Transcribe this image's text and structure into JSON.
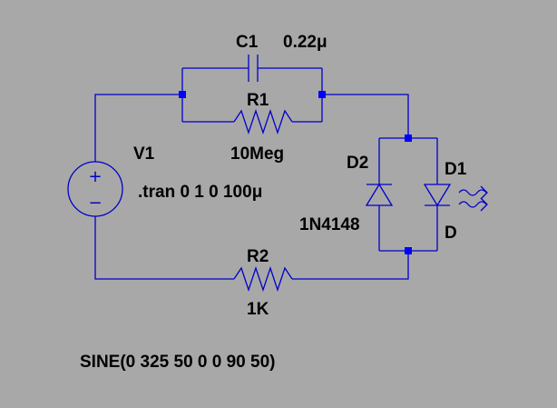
{
  "schematic": {
    "source": {
      "ref": "V1",
      "value": "SINE(0 325 50 0 0 90 50)",
      "plus_sign": "+",
      "minus_sign": "−"
    },
    "directive": ".tran 0 1 0 100μ",
    "capacitor": {
      "ref": "C1",
      "value": "0.22μ"
    },
    "resistor_parallel": {
      "ref": "R1",
      "value": "10Meg"
    },
    "resistor_series": {
      "ref": "R2",
      "value": "1K"
    },
    "diode_left": {
      "ref": "D2",
      "model": "1N4148"
    },
    "diode_right": {
      "ref": "D1",
      "model": "D",
      "emits_light": true
    },
    "colors": {
      "background": "#a8a8a8",
      "wire": "#0000c8",
      "junction": "#0000ff",
      "text": "#000000"
    }
  }
}
